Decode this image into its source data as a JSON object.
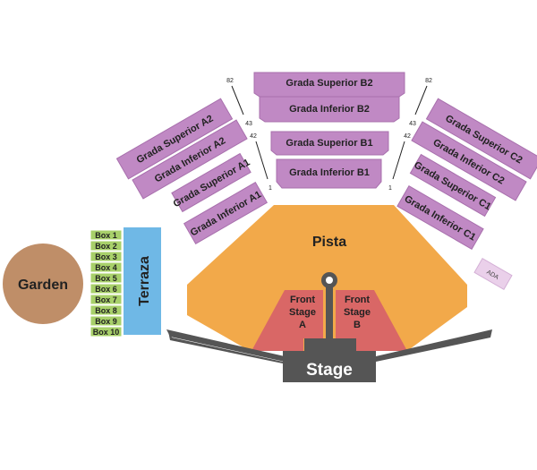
{
  "colors": {
    "grada": "#c089c4",
    "grada_edge": "#a870ad",
    "pista": "#f2a94a",
    "front_stage": "#d96766",
    "stage": "#555555",
    "terraza": "#6fb8e6",
    "box": "#a8d06a",
    "garden": "#bf8e68",
    "ada": "#ead0ea"
  },
  "sections": {
    "grada_superior_b2": "Grada Superior B2",
    "grada_inferior_b2": "Grada Inferior B2",
    "grada_superior_b1": "Grada Superior B1",
    "grada_inferior_b1": "Grada Inferior B1",
    "grada_superior_a2": "Grada Superior A2",
    "grada_inferior_a2": "Grada Inferior A2",
    "grada_superior_a1": "Grada Superior A1",
    "grada_inferior_a1": "Grada Inferior A1",
    "grada_superior_c2": "Grada Superior C2",
    "grada_inferior_c2": "Grada Inferior C2",
    "grada_superior_c1": "Grada Superior C1",
    "grada_inferior_c1": "Grada Inferior C1",
    "pista": "Pista",
    "front_stage_a": [
      "Front",
      "Stage",
      "A"
    ],
    "front_stage_b": [
      "Front",
      "Stage",
      "B"
    ],
    "stage": "Stage",
    "garden": "Garden",
    "terraza": "Terraza",
    "ada": "ADA"
  },
  "row_numbers": {
    "left_top": "82",
    "left_mid": "43",
    "left_low": "42",
    "left_bottom": "1",
    "right_top": "82",
    "right_mid": "43",
    "right_low": "42",
    "right_bottom": "1"
  },
  "boxes": [
    "Box 1",
    "Box 2",
    "Box 3",
    "Box 4",
    "Box 5",
    "Box 6",
    "Box 7",
    "Box 8",
    "Box 9",
    "Box 10"
  ]
}
